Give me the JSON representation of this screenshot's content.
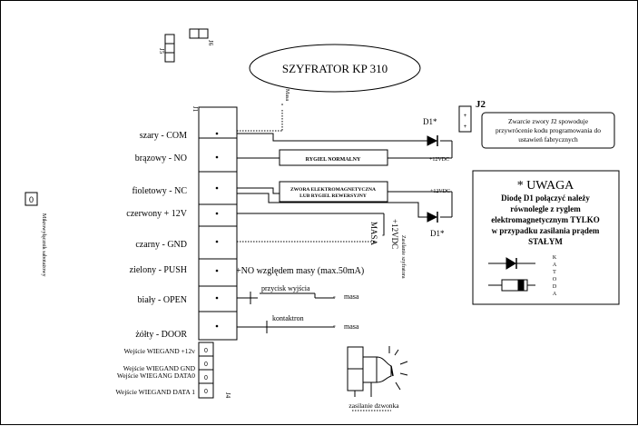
{
  "title": "SZYFRATOR KP 310",
  "connectors": {
    "j1": "J1",
    "j2": "J2",
    "j4": "J4",
    "j5": "J5",
    "j6": "J6"
  },
  "mass_label": "Masa",
  "terminals": [
    "szary - COM",
    "brązowy - NO",
    "fioletowy - NC",
    "czerwony + 12V",
    "czarny - GND",
    "zielony - PUSH",
    "biały - OPEN",
    "żółty - DOOR"
  ],
  "wiegand": [
    "Wejście WIEGAND  +12v",
    "Wejście WIEGAND GND",
    "Wejście WIEGANG DATA0",
    "Wejście WIEGAND DATA 1"
  ],
  "rygiel": "RYGIEL NORMALNY",
  "zwora_line1": "ZWORA ELEKTROMAGNETYCZNA",
  "zwora_line2": "LUB RYGIEL REWERSYJNY",
  "plus12vdc": "+12VDC",
  "d1": "D1*",
  "j2_note": [
    "Zwarcie zwory J2 spowoduje",
    "przywrócenie kodu programowania do",
    "ustawień fabrycznych"
  ],
  "supply_plus": "+12VDC",
  "supply_masa": "MASA",
  "supply_caption": "Zasilanie szyfratora",
  "push_note": "+NO względem masy (max.50mA)",
  "przycisk": "przycisk wyjścia",
  "kontaktron": "kontaktron",
  "masa": "masa",
  "mikro": "Mikrowyłącznik sabotażowy",
  "zasilanie_dzwonka": "zasilanie dzwonka",
  "uwaga": {
    "heading": "* UWAGA",
    "lines": [
      "Diodę D1 połączyć należy",
      "równolegle z ryglem",
      "elektromagnetycznym TYLKO",
      "w przypadku zasilania prądem",
      "STAŁYM"
    ],
    "katoda": [
      "K",
      "A",
      "T",
      "O",
      "D",
      "A"
    ]
  }
}
